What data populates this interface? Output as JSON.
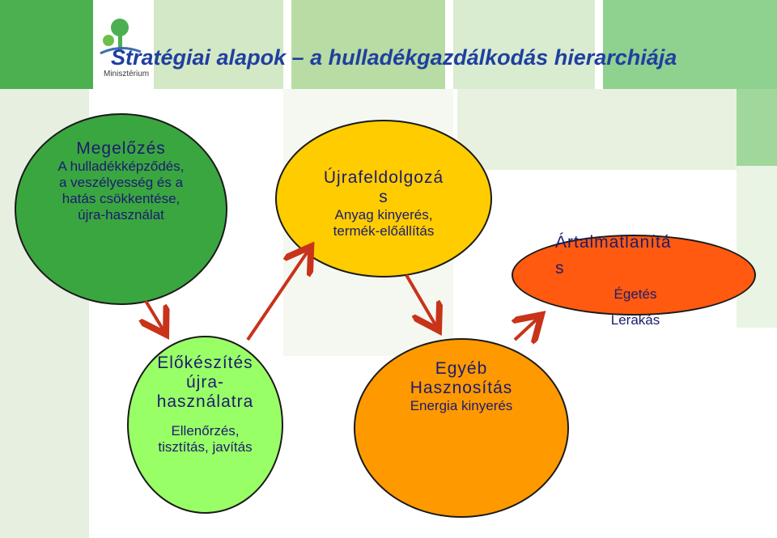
{
  "title": "Stratégiai alapok – a hulladékgazdálkodás hierarchiája",
  "logo": {
    "text": "Minisztérium"
  },
  "colors": {
    "green_dark": "#3aa640",
    "green_light": "#99ff66",
    "yellow": "#ffcc00",
    "orange": "#ff9900",
    "orange_red": "#ff5a10",
    "arrow": "#c8331a",
    "title": "#1f3fa0"
  },
  "nodes": {
    "prevention": {
      "heading": "Megelőzés",
      "lines": [
        "A hulladékképződés,",
        "a veszélyesség és a",
        "hatás csökkentése,",
        "újra-használat"
      ]
    },
    "recycling": {
      "heading_lines": [
        "Újrafeldolgozá",
        "s"
      ],
      "lines": [
        "Anyag kinyerés,",
        "termék-előállítás"
      ]
    },
    "disposal": {
      "heading_lines": [
        "Ártalmatlanítá",
        "s"
      ],
      "lines": [
        "Égetés",
        "Lerakás"
      ]
    },
    "prep_reuse": {
      "heading_lines": [
        "Előkészítés",
        "újra-",
        "használatra"
      ],
      "lines": [
        "Ellenőrzés,",
        "tisztítás, javítás"
      ]
    },
    "other_recovery": {
      "heading_lines": [
        "Egyéb",
        "Hasznosítás"
      ],
      "lines": [
        "Energia kinyerés"
      ]
    }
  }
}
